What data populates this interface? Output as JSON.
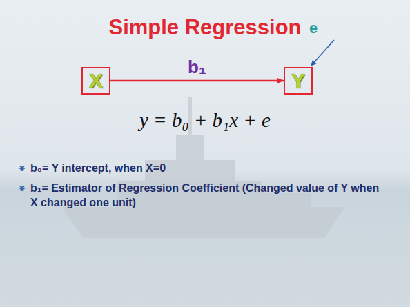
{
  "diagram": {
    "title": "Simple Regression",
    "nodes": [
      {
        "text": [
          "X"
        ]
      },
      {
        "text": [
          "Y"
        ]
      }
    ],
    "edges": [
      {
        "from": 0,
        "to": 1,
        "arrow": "to",
        "label": "b₁"
      }
    ],
    "labels": [
      "e",
      "y = b₀ + b₁x + e",
      "b₀= Y intercept, when X=0",
      "b₁= Estimator of Regression Coefficient (Changed value of Y when X changed one unit)"
    ]
  }
}
